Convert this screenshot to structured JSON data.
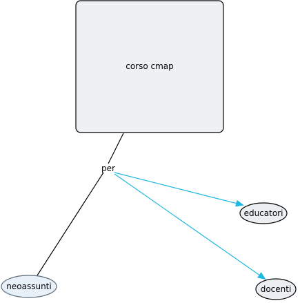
{
  "concept_map": {
    "root": {
      "label": "corso cmap",
      "fill": "#edf1f4",
      "stroke": "#000000"
    },
    "linking_phrase": {
      "label": "per"
    },
    "targets": {
      "neoassunti": {
        "label": "neoassunti",
        "fill": "#e8f0f8",
        "stroke": "#5a6b7a"
      },
      "educatori": {
        "label": "educatori",
        "fill": "#eceff2",
        "stroke": "#000000"
      },
      "docenti": {
        "label": "docenti",
        "fill": "#eceff2",
        "stroke": "#000000"
      }
    },
    "colors": {
      "plain_connector": "#000000",
      "arrow_connector": "#1fb8e0"
    }
  }
}
